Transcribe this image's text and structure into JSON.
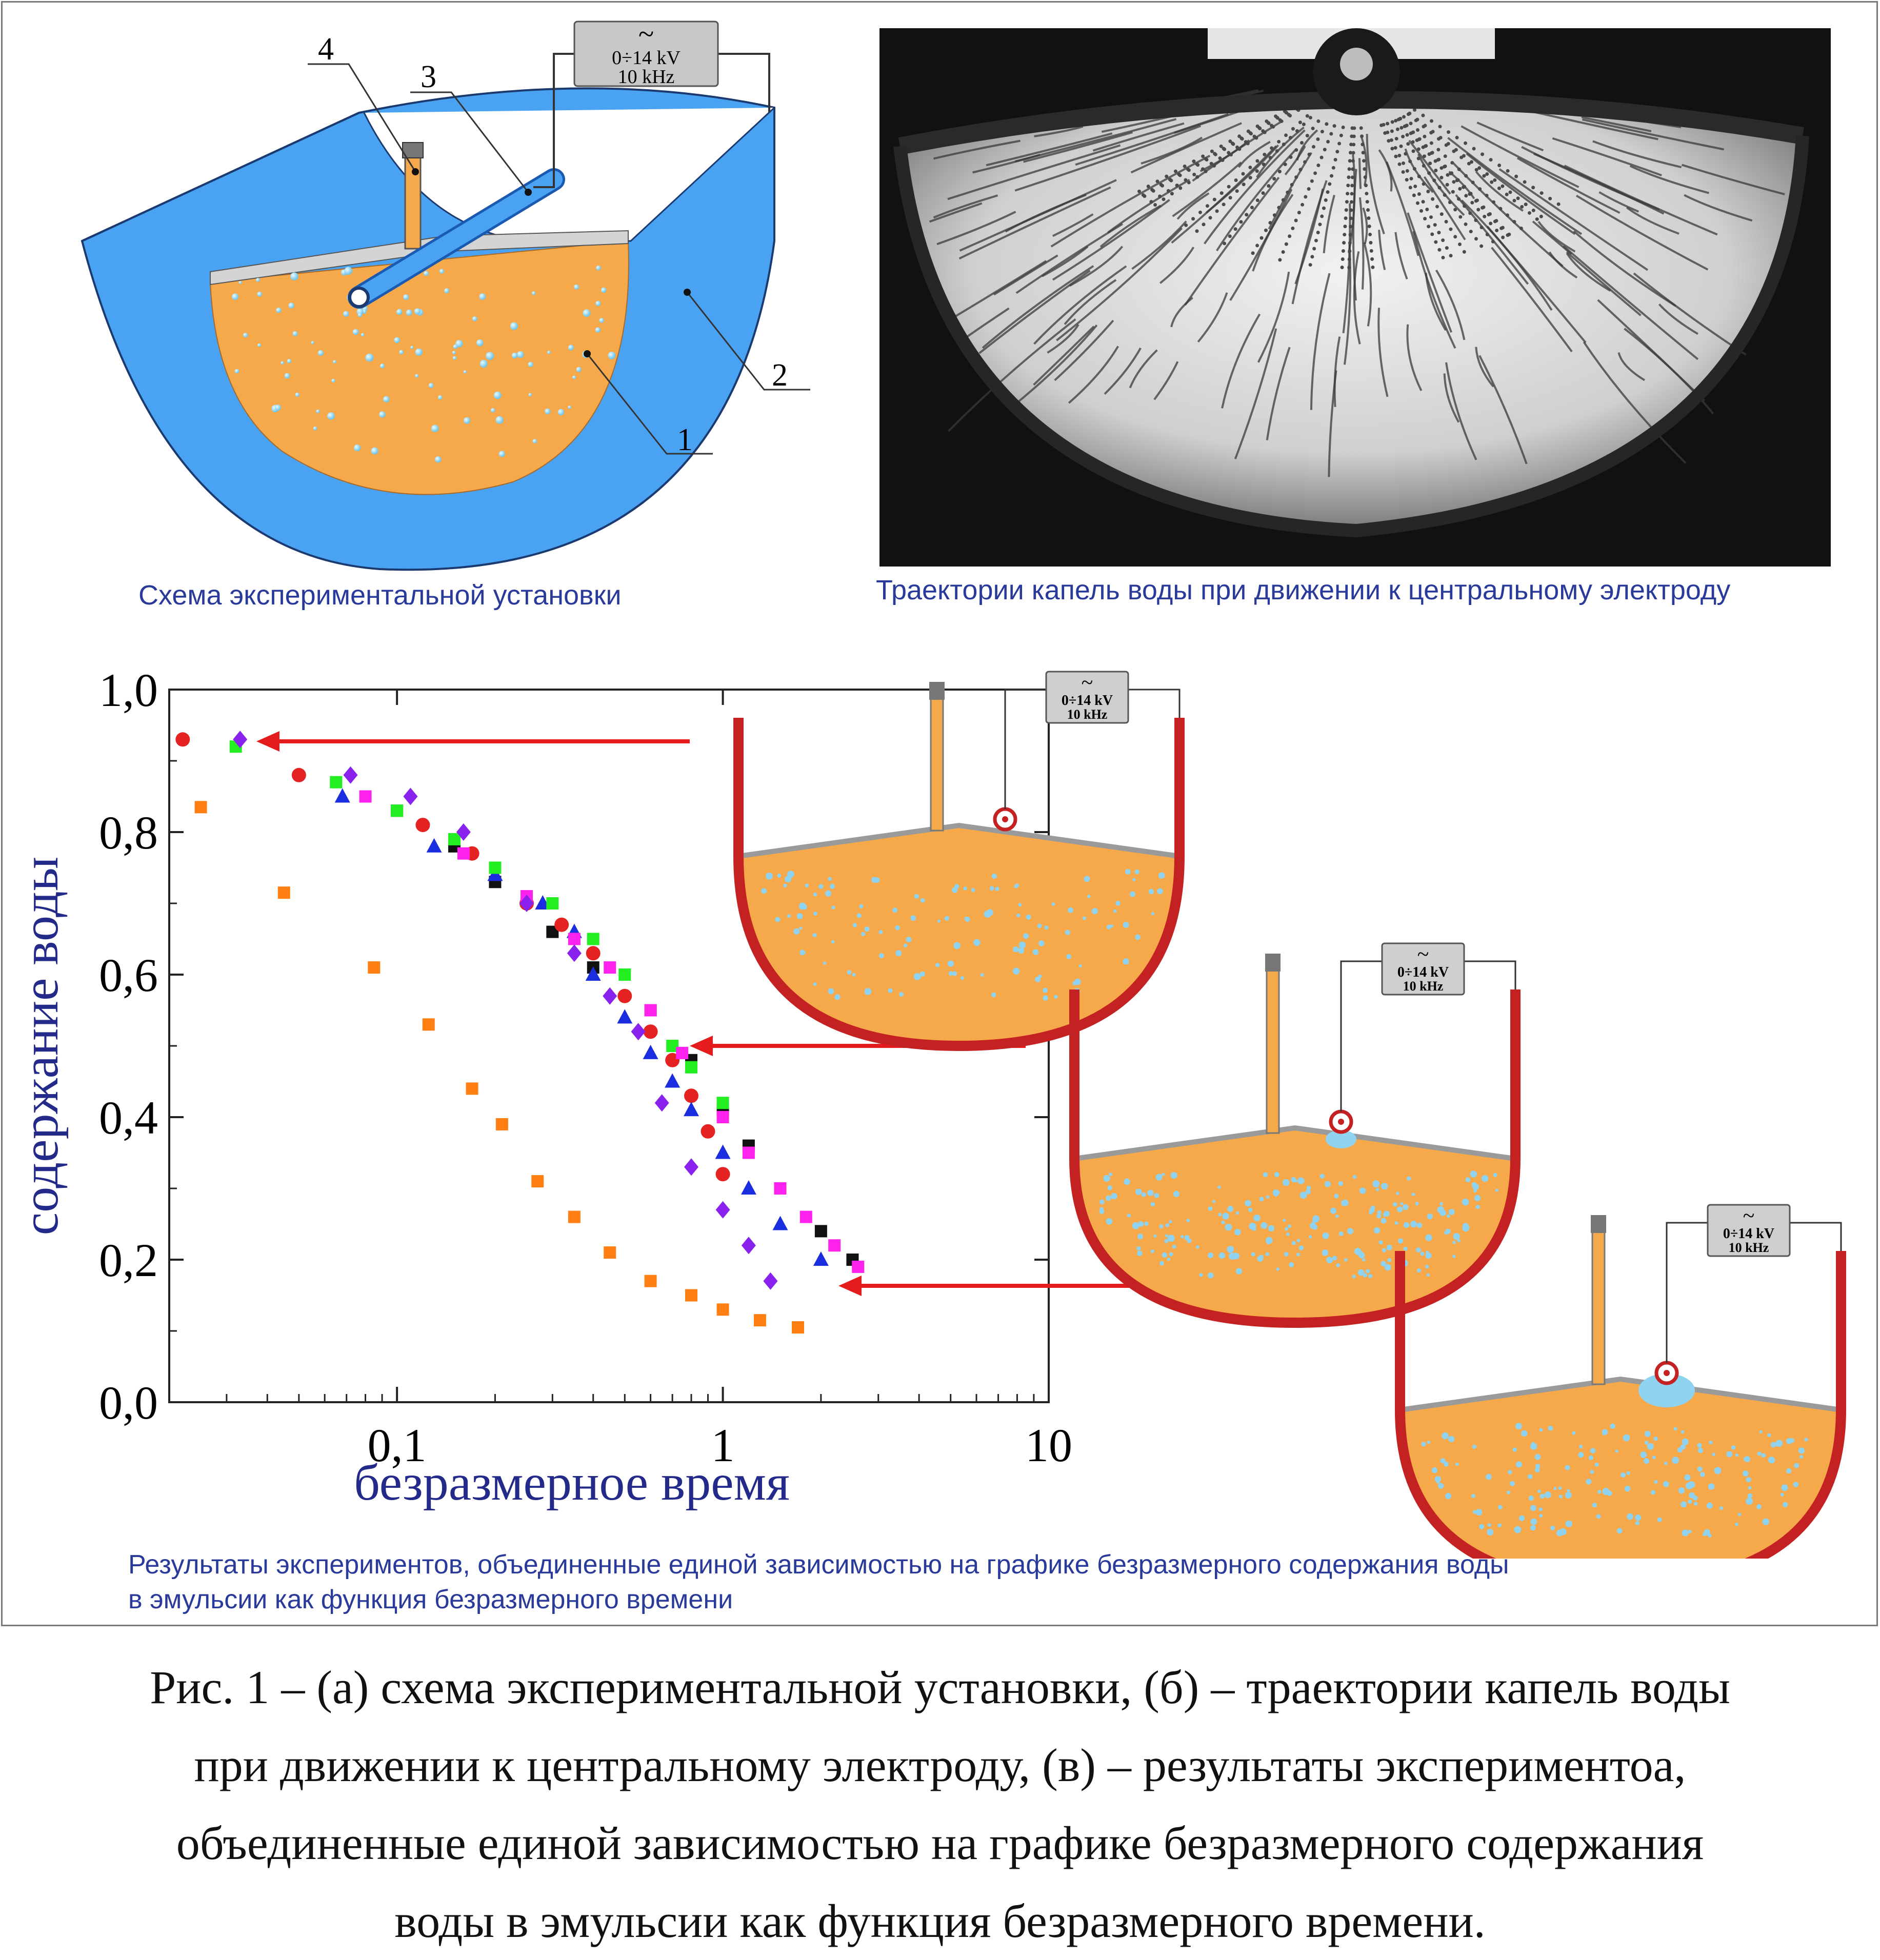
{
  "panel_a": {
    "caption": "Схема экспериментальной установки",
    "labels": [
      "1",
      "2",
      "3",
      "4"
    ],
    "power": {
      "symbol": "~",
      "voltage": "0÷14 kV",
      "frequency": "10 kHz"
    }
  },
  "panel_b": {
    "caption": "Траектории капель воды при движении к центральному электроду"
  },
  "panel_c": {
    "caption_line1": "Результаты экспериментов, объединенные единой зависимостью на графике безразмерного содержания воды",
    "caption_line2": "в эмульсии как функция безразмерного времени",
    "power": {
      "symbol": "~",
      "voltage": "0÷14 kV",
      "frequency": "10 kHz"
    }
  },
  "chart_data": {
    "type": "scatter",
    "xlabel": "безразмерное время",
    "ylabel": "содержание воды",
    "x_scale": "log",
    "xlim": [
      0.02,
      10
    ],
    "ylim": [
      0.0,
      1.0
    ],
    "x_ticks": [
      "0,1",
      "1",
      "10"
    ],
    "y_ticks": [
      "0,0",
      "0,2",
      "0,4",
      "0,6",
      "0,8",
      "1,0"
    ],
    "grid": false,
    "legend": "none",
    "series": [
      {
        "marker": "square",
        "color": "#111111",
        "x": [
          0.1,
          0.15,
          0.2,
          0.3,
          0.4,
          0.6,
          0.8,
          1.0,
          1.2,
          1.5,
          2.0,
          2.5
        ],
        "y": [
          0.83,
          0.78,
          0.73,
          0.66,
          0.61,
          0.55,
          0.48,
          0.41,
          0.36,
          0.3,
          0.24,
          0.2
        ]
      },
      {
        "marker": "circle",
        "color": "#e52222",
        "x": [
          0.022,
          0.05,
          0.12,
          0.17,
          0.25,
          0.32,
          0.4,
          0.5,
          0.6,
          0.7,
          0.8,
          0.9,
          1.0
        ],
        "y": [
          0.93,
          0.88,
          0.81,
          0.77,
          0.7,
          0.67,
          0.63,
          0.57,
          0.52,
          0.48,
          0.43,
          0.38,
          0.32
        ]
      },
      {
        "marker": "triangle",
        "color": "#1a2ee0",
        "x": [
          0.068,
          0.13,
          0.2,
          0.28,
          0.35,
          0.4,
          0.5,
          0.6,
          0.7,
          0.8,
          1.0,
          1.2,
          1.5,
          2.0
        ],
        "y": [
          0.85,
          0.78,
          0.74,
          0.7,
          0.66,
          0.6,
          0.54,
          0.49,
          0.45,
          0.41,
          0.35,
          0.3,
          0.25,
          0.2
        ]
      },
      {
        "marker": "square",
        "color": "#22ee22",
        "x": [
          0.032,
          0.065,
          0.1,
          0.15,
          0.2,
          0.3,
          0.4,
          0.5,
          0.6,
          0.7,
          0.8,
          1.0
        ],
        "y": [
          0.92,
          0.87,
          0.83,
          0.79,
          0.75,
          0.7,
          0.65,
          0.6,
          0.55,
          0.5,
          0.47,
          0.42
        ]
      },
      {
        "marker": "square",
        "color": "#ff22ee",
        "x": [
          0.08,
          0.16,
          0.25,
          0.35,
          0.45,
          0.6,
          0.75,
          1.0,
          1.2,
          1.5,
          1.8,
          2.2,
          2.6
        ],
        "y": [
          0.85,
          0.77,
          0.71,
          0.65,
          0.61,
          0.55,
          0.49,
          0.4,
          0.35,
          0.3,
          0.26,
          0.22,
          0.19
        ]
      },
      {
        "marker": "diamond",
        "color": "#8a22ee",
        "x": [
          0.033,
          0.072,
          0.11,
          0.16,
          0.25,
          0.35,
          0.45,
          0.55,
          0.65,
          0.8,
          1.0,
          1.2,
          1.4
        ],
        "y": [
          0.93,
          0.88,
          0.85,
          0.8,
          0.7,
          0.63,
          0.57,
          0.52,
          0.42,
          0.33,
          0.27,
          0.22,
          0.17
        ]
      },
      {
        "marker": "square",
        "color": "#ff7f12",
        "x": [
          0.025,
          0.045,
          0.085,
          0.125,
          0.17,
          0.21,
          0.27,
          0.35,
          0.45,
          0.6,
          0.8,
          1.0,
          1.3,
          1.7
        ],
        "y": [
          0.835,
          0.715,
          0.61,
          0.53,
          0.44,
          0.39,
          0.31,
          0.26,
          0.21,
          0.17,
          0.15,
          0.13,
          0.115,
          0.105
        ]
      }
    ]
  },
  "figure_caption": {
    "lines": [
      "Рис. 1 – (а)   схема экспериментальной установки, (б) – траектории капель воды",
      "при движении к центральному электроду, (в) – результаты экспериментоа,",
      "объединенные единой зависимостью на графике безразмерного содержания",
      "воды в эмульсии как функция безразмерного времени."
    ]
  },
  "colors": {
    "emulsion": "#f5a94b",
    "cell_blue": "#4aa3f2",
    "cell_red": "#c42222",
    "title_blue": "#2a3a9a",
    "arrow_red": "#e51c1c"
  }
}
